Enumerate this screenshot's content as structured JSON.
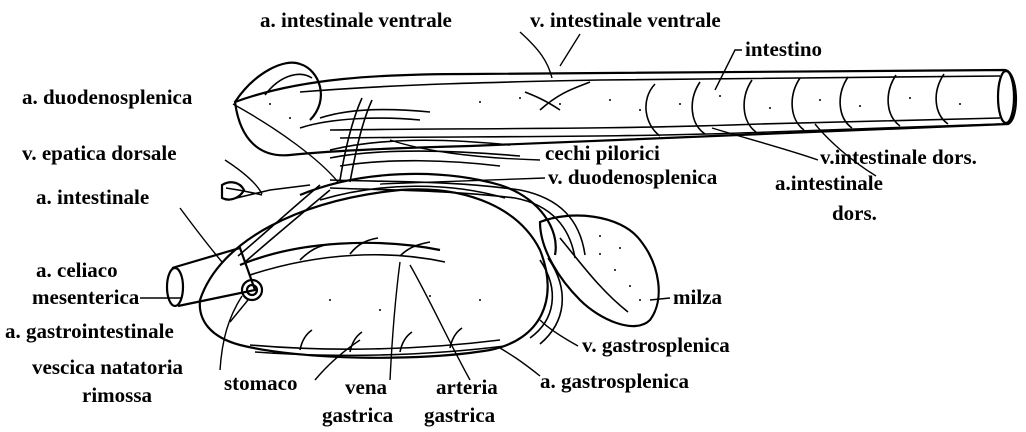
{
  "labels": {
    "a_intestinale_ventrale": "a. intestinale ventrale",
    "v_intestinale_ventrale": "v. intestinale ventrale",
    "intestino": "intestino",
    "a_duodenosplenica": "a. duodenosplenica",
    "cechi_pilorici": "cechi pilorici",
    "v_epatica_dorsale": "v. epatica dorsale",
    "v_intestinale_dors": "v.intestinale dors.",
    "v_duodenosplenica": "v. duodenosplenica",
    "a_intestinale_dors_1": "a.intestinale",
    "a_intestinale_dors_2": "dors.",
    "a_intestinale": "a. intestinale",
    "a_celiaco_1": "a. celiaco",
    "a_celiaco_2": "mesenterica",
    "milza": "milza",
    "a_gastrointestinale": "a. gastrointestinale",
    "v_gastrosplenica": "v. gastrosplenica",
    "vescica_1": "vescica natatoria",
    "vescica_2": "rimossa",
    "a_gastrosplenica": "a. gastrosplenica",
    "stomaco": "stomaco",
    "vena_gastrica_1": "vena",
    "vena_gastrica_2": "gastrica",
    "arteria_gastrica_1": "arteria",
    "arteria_gastrica_2": "gastrica"
  }
}
